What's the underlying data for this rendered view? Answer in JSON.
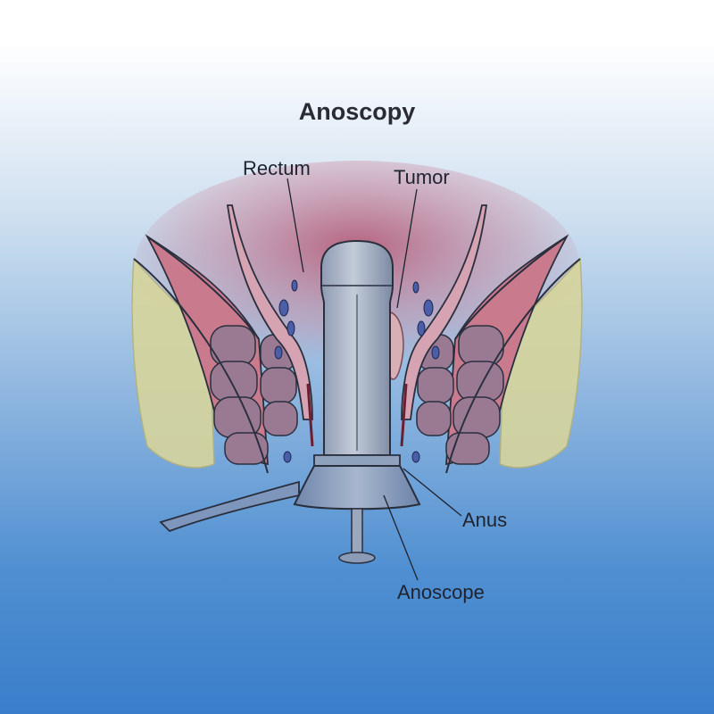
{
  "diagram": {
    "title": "Anoscopy",
    "labels": {
      "rectum": "Rectum",
      "tumor": "Tumor",
      "anus": "Anus",
      "anoscope": "Anoscope"
    }
  },
  "colors": {
    "tissue_red": "#b65a72",
    "muscle_mauve": "#9a7a93",
    "fat_yellow": "#d8d59a",
    "instrument": "#9aa7bd",
    "outline": "#2a2f3e"
  }
}
